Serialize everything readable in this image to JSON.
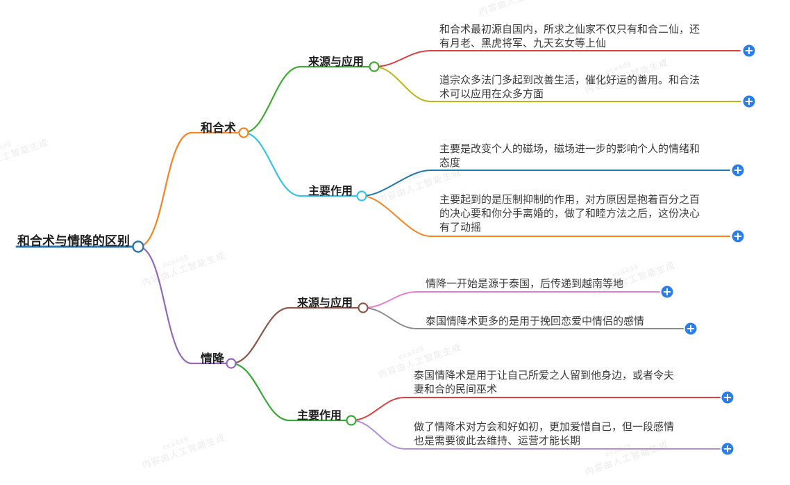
{
  "watermark": {
    "code": "eca4d9",
    "text": "内容由人工智能生成"
  },
  "colors": {
    "root": "#2b77b8",
    "branch_hehe": "#f8821e",
    "branch_qingjiang": "#9467bd",
    "sub_source1": "#3faa35",
    "sub_effect1": "#35c3ea",
    "sub_source2": "#8c564b",
    "sub_effect2": "#39a839",
    "leaf1": "#e03e3e",
    "leaf2": "#bcb41b",
    "leaf3": "#2077b4",
    "leaf4": "#f8821e",
    "leaf5": "#e87fd0",
    "leaf6": "#8c8c8c",
    "leaf7": "#e03e3e",
    "leaf8": "#b58ed8",
    "plus_button": "#2b7de9"
  },
  "mindmap": {
    "root": {
      "label": "和合术与情降的区别"
    },
    "branches": [
      {
        "label": "和合术",
        "children": [
          {
            "label": "来源与应用",
            "leaves": [
              {
                "lines": [
                  "和合术最初源自国内，所求之仙家不仅只有和合二仙，还",
                  "有月老、黑虎将军、九天玄女等上仙"
                ]
              },
              {
                "lines": [
                  "道宗众多法门多起到改善生活，催化好运的善用。和合法",
                  "术可以应用在众多方面"
                ]
              }
            ]
          },
          {
            "label": "主要作用",
            "leaves": [
              {
                "lines": [
                  "主要是改变个人的磁场，磁场进一步的影响个人的情绪和",
                  "态度"
                ]
              },
              {
                "lines": [
                  "主要起到的是压制抑制的作用，对方原因是抱着百分之百",
                  "的决心要和你分手离婚的，做了和睦方法之后，这份决心",
                  "有了动摇"
                ]
              }
            ]
          }
        ]
      },
      {
        "label": "情降",
        "children": [
          {
            "label": "来源与应用",
            "leaves": [
              {
                "lines": [
                  "情降一开始是源于泰国，后传递到越南等地"
                ]
              },
              {
                "lines": [
                  "泰国情降术更多的是用于挽回恋爱中情侣的感情"
                ]
              }
            ]
          },
          {
            "label": "主要作用",
            "leaves": [
              {
                "lines": [
                  "泰国情降术是用于让自己所爱之人留到他身边，或者令夫",
                  "妻和合的民间巫术"
                ]
              },
              {
                "lines": [
                  "做了情降术对方会和好如初，更加爱惜自己，但一段感情",
                  "也是需要彼此去维持、运营才能长期"
                ]
              }
            ]
          }
        ]
      }
    ]
  }
}
